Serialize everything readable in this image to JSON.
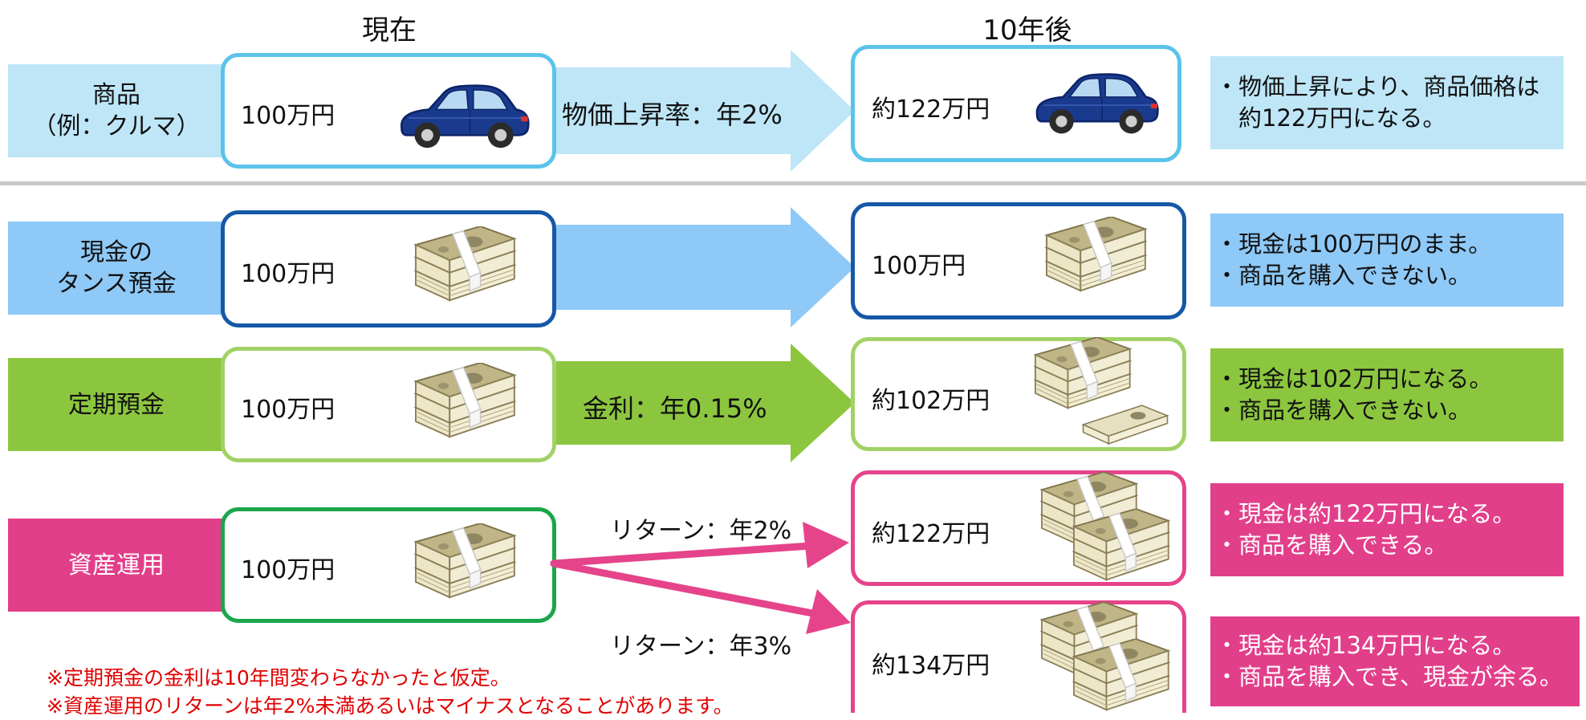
{
  "headers": {
    "now": "現在",
    "after": "10年後"
  },
  "colors": {
    "product_light": "#bee6f7",
    "product_border": "#5bc3ea",
    "cash_light": "#8ec9f7",
    "cash_border": "#1558a6",
    "deposit_green": "#8cc63f",
    "deposit_border": "#a1d266",
    "invest_pink": "#e23f8a",
    "invest_border": "#e5448a",
    "invest_now_border": "#1aa64b",
    "footnote_red": "#e00000"
  },
  "rows": {
    "product": {
      "category_line1": "商品",
      "category_line2": "（例：クルマ）",
      "now_amount": "100万円",
      "arrow_label": "物価上昇率：年2%",
      "after_amount": "約122万円",
      "note_line1": "・物価上昇により、商品価格は",
      "note_line2": "　約122万円になる。",
      "icon": "car-icon"
    },
    "cash": {
      "category_line1": "現金の",
      "category_line2": "タンス預金",
      "now_amount": "100万円",
      "after_amount": "100万円",
      "note_line1": "・現金は100万円のまま。",
      "note_line2": "・商品を購入できない。",
      "icon": "money-stack-icon"
    },
    "deposit": {
      "category": "定期預金",
      "now_amount": "100万円",
      "arrow_label": "金利：年0.15%",
      "after_amount": "約102万円",
      "note_line1": "・現金は102万円になる。",
      "note_line2": "・商品を購入できない。",
      "icon": "money-stack-icon"
    },
    "invest": {
      "category": "資産運用",
      "now_amount": "100万円",
      "return_a_label": "リターン：年2%",
      "return_b_label": "リターン：年3%",
      "after_a_amount": "約122万円",
      "after_b_amount": "約134万円",
      "note_a_line1": "・現金は約122万円になる。",
      "note_a_line2": "・商品を購入できる。",
      "note_b_line1": "・現金は約134万円になる。",
      "note_b_line2": "・商品を購入でき、現金が余る。",
      "icon": "money-stack-icon"
    }
  },
  "footnotes": [
    "※定期預金の金利は10年間変わらなかったと仮定。",
    "※資産運用のリターンは年2%未満あるいはマイナスとなることがあります。"
  ]
}
